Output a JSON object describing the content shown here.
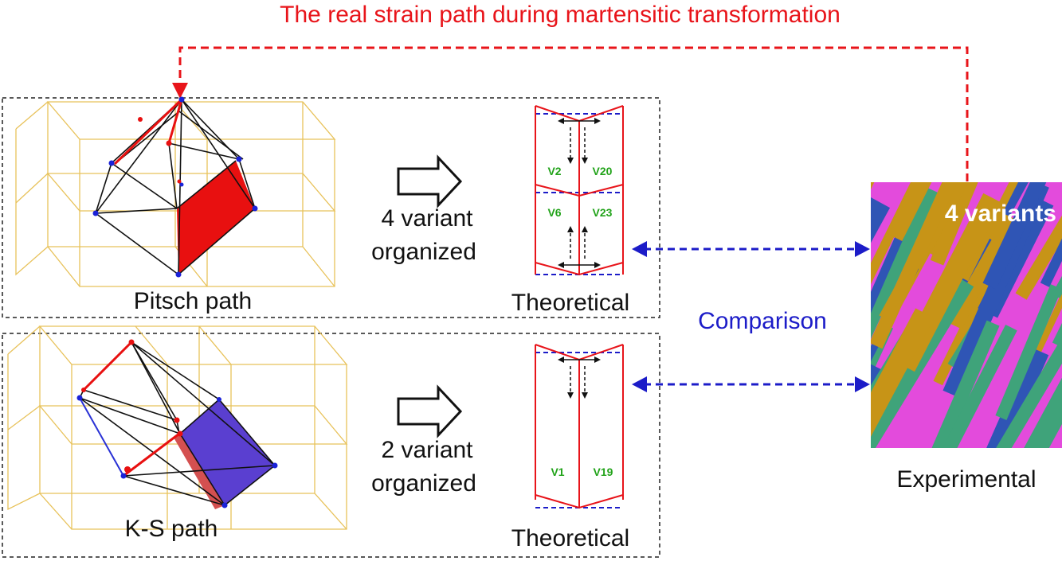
{
  "top_caption": "The real strain path during martensitic transformation",
  "pitsch": {
    "path_label": "Pitsch path",
    "arrow_text_line1": "4 variant",
    "arrow_text_line2": "organized",
    "theoretical_label": "Theoretical",
    "variants": [
      "V2",
      "V20",
      "V6",
      "V23"
    ]
  },
  "ks": {
    "path_label": "K-S path",
    "arrow_text_line1": "2 variant",
    "arrow_text_line2": "organized",
    "theoretical_label": "Theoretical",
    "variants": [
      "V1",
      "V19"
    ]
  },
  "comparison_label": "Comparison",
  "experimental": {
    "overlay_text": "4 variants",
    "label": "Experimental",
    "phase_colors": [
      "#e34bdc",
      "#2f55b5",
      "#c79417",
      "#3fa37a"
    ]
  },
  "colors": {
    "strain_path": "#e8141a",
    "comparison": "#1c1cc8",
    "variant_text": "#22a31a",
    "lattice_frame": "#e8c25a"
  }
}
